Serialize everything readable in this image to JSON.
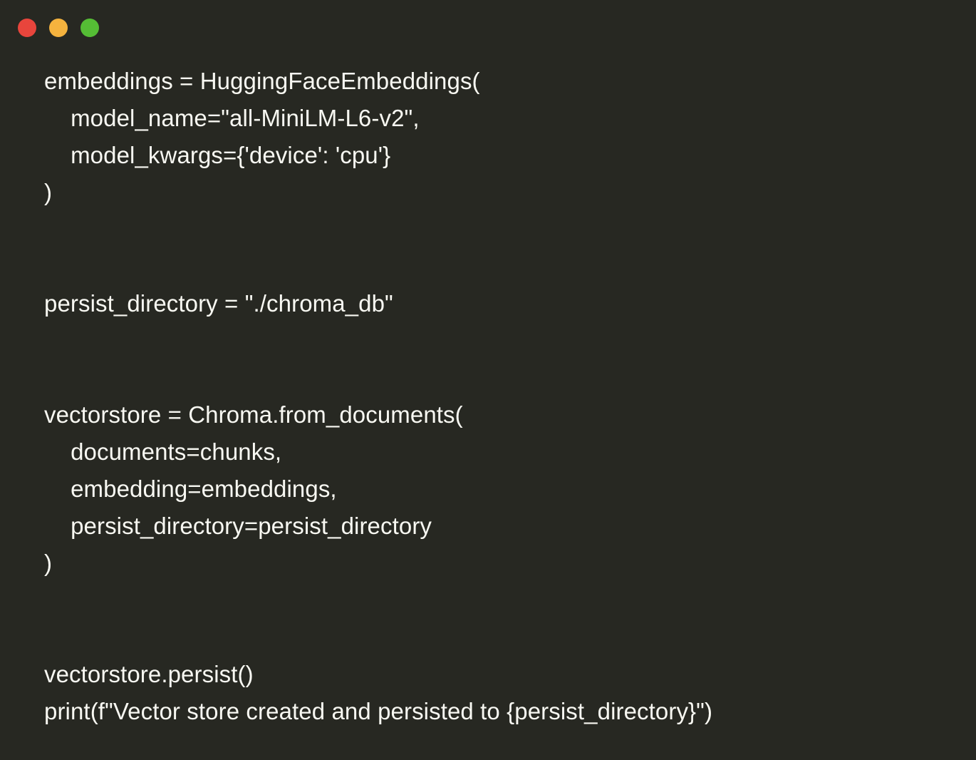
{
  "window": {
    "background_color": "#272822",
    "text_color": "#f8f8f2",
    "controls": [
      {
        "name": "close",
        "label": "",
        "color": "#e8453c"
      },
      {
        "name": "minimize",
        "label": "",
        "color": "#f5b33e"
      },
      {
        "name": "maximize",
        "label": "",
        "color": "#55bd35"
      }
    ]
  },
  "editor": {
    "language": "python",
    "lines": [
      "embeddings = HuggingFaceEmbeddings(",
      "    model_name=\"all-MiniLM-L6-v2\",",
      "    model_kwargs={'device': 'cpu'}",
      ")",
      "",
      "",
      "persist_directory = \"./chroma_db\"",
      "",
      "",
      "vectorstore = Chroma.from_documents(",
      "    documents=chunks,",
      "    embedding=embeddings,",
      "    persist_directory=persist_directory",
      ")",
      "",
      "",
      "vectorstore.persist()",
      "print(f\"Vector store created and persisted to {persist_directory}\")"
    ]
  }
}
